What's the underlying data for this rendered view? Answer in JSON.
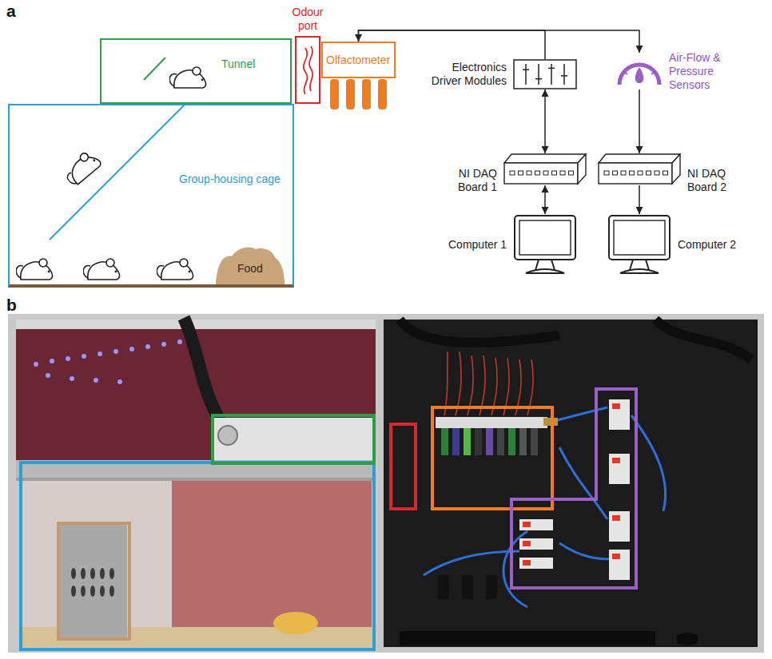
{
  "diagram": {
    "nodes": [
      {
        "text": [
          "Tunnel"
        ]
      },
      {
        "text": [
          "Odour port"
        ]
      },
      {
        "text": [
          "Olfactometer"
        ]
      },
      {
        "text": [
          "Electronics Driver Modules"
        ]
      },
      {
        "text": [
          "Air-Flow & Pressure Sensors"
        ]
      },
      {
        "text": [
          "NI DAQ Board 1"
        ]
      },
      {
        "text": [
          "NI DAQ Board 2"
        ]
      },
      {
        "text": [
          "Group-housing cage"
        ]
      },
      {
        "text": [
          "Food"
        ],
        "in": 7
      },
      {
        "text": [
          "Computer 1"
        ]
      },
      {
        "text": [
          "Computer 2"
        ]
      }
    ],
    "edges": [
      {
        "from": 3,
        "to": 2,
        "arrow": "to"
      },
      {
        "from": 2,
        "to": 4,
        "arrow": "to"
      },
      {
        "from": 3,
        "to": 5,
        "arrow": "both"
      },
      {
        "from": 5,
        "to": 9,
        "arrow": "both"
      },
      {
        "from": 4,
        "to": 6,
        "arrow": "to"
      },
      {
        "from": 6,
        "to": 10,
        "arrow": "to"
      }
    ],
    "labels": [
      "a",
      "b"
    ]
  }
}
